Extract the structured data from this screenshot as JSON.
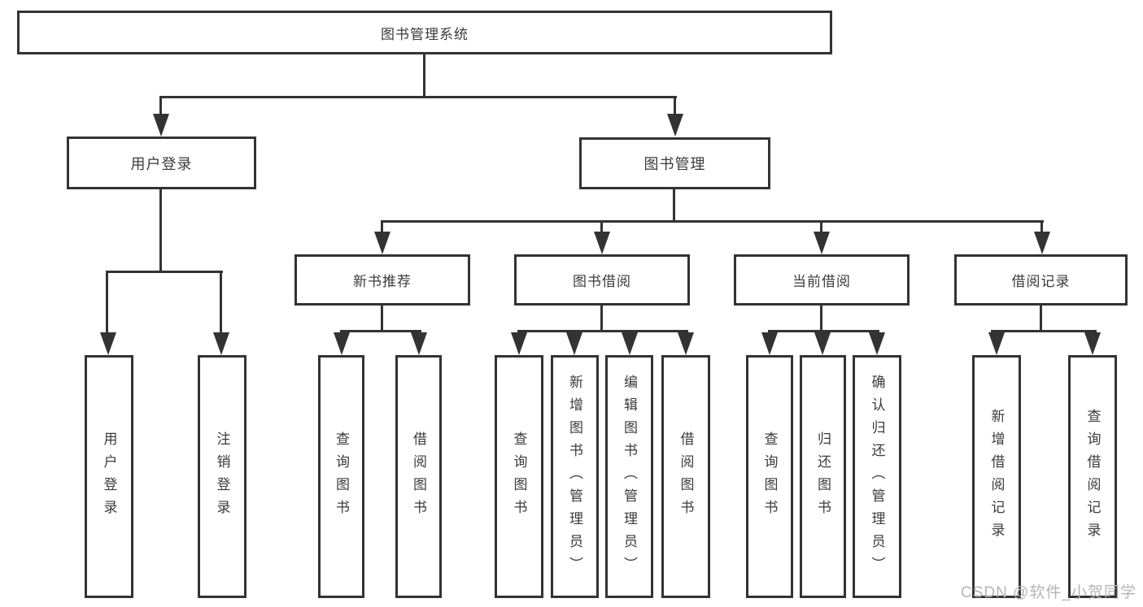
{
  "diagram": {
    "title_hint": "library management system function tree",
    "root": {
      "label": "图书管理系统"
    },
    "level2": [
      {
        "label": "用户登录"
      },
      {
        "label": "图书管理"
      }
    ],
    "level3": [
      {
        "label": "新书推荐"
      },
      {
        "label": "图书借阅"
      },
      {
        "label": "当前借阅"
      },
      {
        "label": "借阅记录"
      }
    ],
    "leaves": [
      {
        "label": "用户登录",
        "parent": "用户登录"
      },
      {
        "label": "注销登录",
        "parent": "用户登录"
      },
      {
        "label": "查询图书",
        "parent": "新书推荐"
      },
      {
        "label": "借阅图书",
        "parent": "新书推荐"
      },
      {
        "label": "查询图书",
        "parent": "图书借阅"
      },
      {
        "label": "新增图书（管理员）",
        "parent": "图书借阅"
      },
      {
        "label": "编辑图书（管理员）",
        "parent": "图书借阅"
      },
      {
        "label": "借阅图书",
        "parent": "图书借阅"
      },
      {
        "label": "查询图书",
        "parent": "当前借阅"
      },
      {
        "label": "归还图书",
        "parent": "当前借阅"
      },
      {
        "label": "确认归还（管理员）",
        "parent": "当前借阅"
      },
      {
        "label": "新增借阅记录",
        "parent": "借阅记录"
      },
      {
        "label": "查询借阅记录",
        "parent": "借阅记录"
      }
    ]
  },
  "watermark": {
    "text": "CSDN @软件_小贺同学"
  },
  "colors": {
    "background": "#ffffff",
    "line": "#333333",
    "border": "#333333",
    "text": "#3b3b3b",
    "watermark": "#b5b5b5"
  }
}
